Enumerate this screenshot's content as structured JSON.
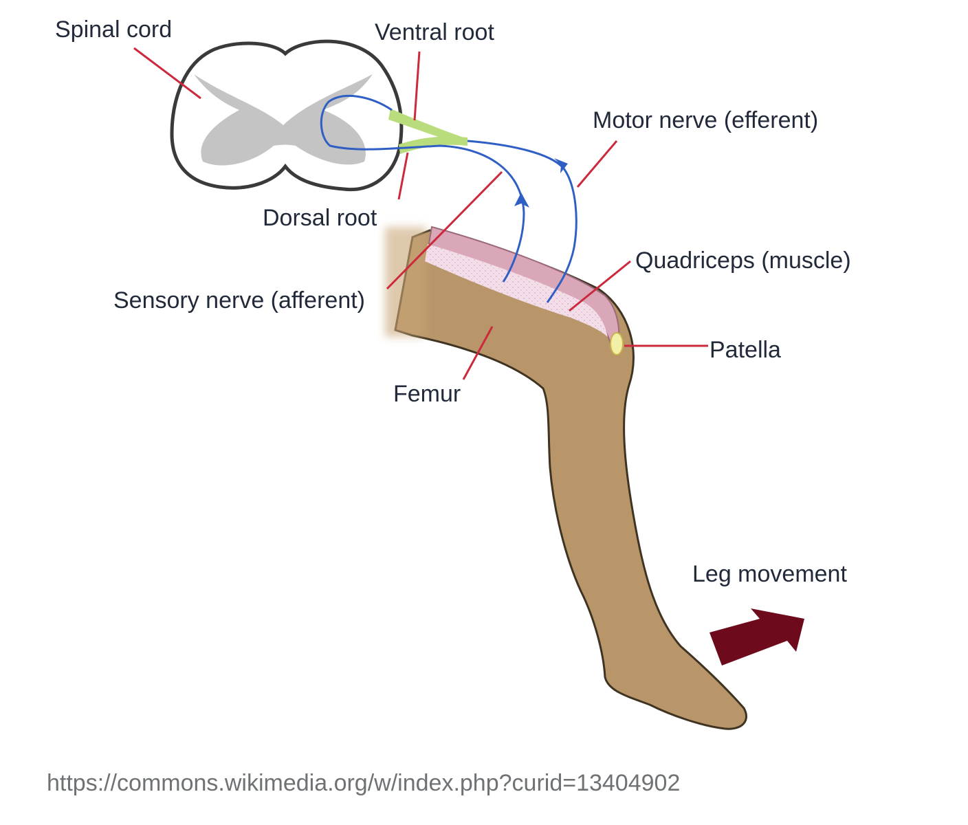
{
  "labels": {
    "spinal_cord": "Spinal cord",
    "ventral_root": "Ventral root",
    "dorsal_root": "Dorsal root",
    "motor_nerve": "Motor nerve (efferent)",
    "sensory_nerve": "Sensory nerve (afferent)",
    "quadriceps": "Quadriceps (muscle)",
    "patella": "Patella",
    "femur": "Femur",
    "leg_movement": "Leg movement"
  },
  "source_url": "https://commons.wikimedia.org/w/index.php?curid=13404902",
  "colors": {
    "leader_line": "#cc2a3c",
    "nerve": "#2f5fc4",
    "root": "#b9dd7c",
    "gray_matter": "#c4c4c4",
    "leg": "#b8966a",
    "muscle": "#d9a7b7",
    "patella": "#f2f0a6",
    "movement_arrow": "#6d0a1b"
  }
}
